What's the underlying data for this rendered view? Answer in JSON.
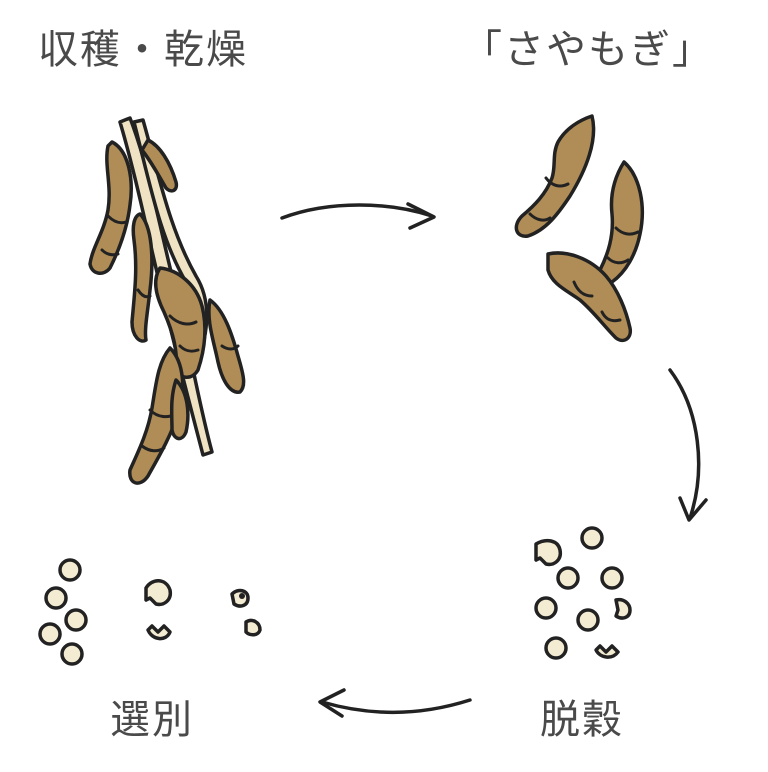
{
  "steps": [
    {
      "id": "harvest",
      "label": "収穫・乾燥"
    },
    {
      "id": "sayamogi",
      "label": "「さやもぎ」"
    },
    {
      "id": "dehull",
      "label": "脱穀"
    },
    {
      "id": "sort",
      "label": "選別"
    }
  ],
  "colors": {
    "pod": "#b08d57",
    "pod_shade": "#9a7845",
    "stem": "#efe3c3",
    "bean": "#f4ecd2",
    "outline": "#222222",
    "text": "#4a4a4a",
    "arrow": "#222222"
  },
  "icons": [
    "soybean-plant-icon",
    "soybean-pods-icon",
    "beans-icon",
    "sorted-beans-icon",
    "cycle-arrow-icon"
  ]
}
